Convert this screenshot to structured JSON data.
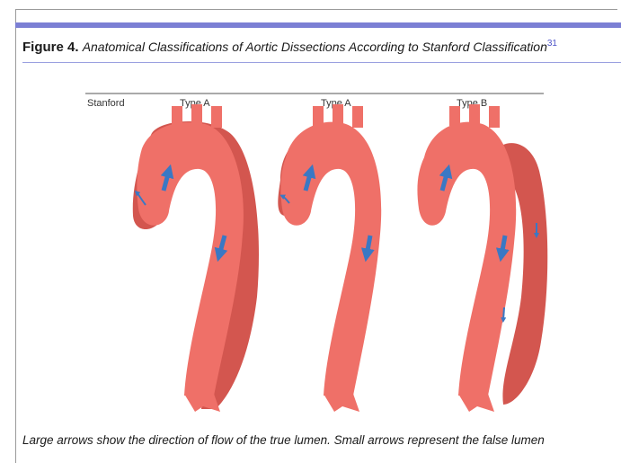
{
  "figure": {
    "label": "Figure 4.",
    "title": "Anatomical Classifications of Aortic Dissections According to Stanford Classification",
    "reference": "31",
    "caption": "Large arrows show the direction of flow of the true lumen. Small arrows represent the false lumen"
  },
  "diagram": {
    "row_header": "Stanford",
    "columns": [
      {
        "type": "Type A"
      },
      {
        "type": "Type A"
      },
      {
        "type": "Type B"
      }
    ]
  },
  "colors": {
    "accent_bar": "#7b7fd4",
    "aorta": "#ef7068",
    "false_lumen": "#d3564f",
    "arrow": "#3a78c4"
  }
}
